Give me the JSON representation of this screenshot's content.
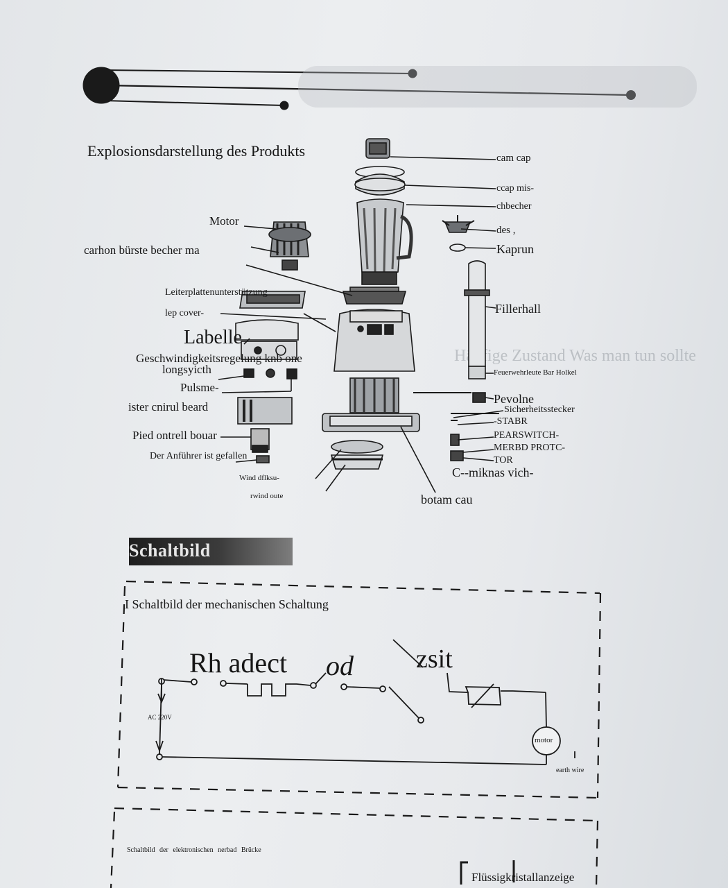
{
  "header": {
    "title": "Explosionsdarstellung des Produkts"
  },
  "parts_left": {
    "motor": "Motor",
    "carbon": "carhon bürste becher ma",
    "leiter": "Leiterplattenunterstützung",
    "lep_cover": "lep cover-",
    "label": "Labelle",
    "speed": "Geschwindigkeitsregelung knb one",
    "longswitch": "longsyicth",
    "pulse": "Pulsme-",
    "ister": "ister cnirul beard",
    "pied": "Pied ontrell bouar",
    "anfuehrer": "Der Anführer ist gefallen",
    "wind1": "Wind dflksu-",
    "wind2": "rwind oute"
  },
  "parts_right": {
    "cam_cap": "cam cap",
    "cap_mis": "ccap mis-",
    "becher": "chbecher",
    "des": "des ,",
    "kaprun": "Kaprun",
    "filler": "Fillerhall",
    "feuer": "Feuerwehrleute Bar Holkel",
    "pevolne": "Pevolne",
    "sicher": "Sicherheitsstecker",
    "stabr": "-STABR",
    "pear": "PEARSWITCH-",
    "merbd": "MERBD PROTC-",
    "tor": "TOR",
    "miknas": "C--miknas vich-",
    "botam": "botam cau"
  },
  "section": {
    "heading": "Schaltbild"
  },
  "circuit": {
    "title": "I Schaltbild der mechanischen Schaltung",
    "big_label_1": "Rh adect",
    "big_label_2": "od",
    "big_label_3": "zsit",
    "voltage": "AC 220V",
    "motor": "motor",
    "earth": "earth wire"
  },
  "circuit2": {
    "title": "Schaltbild der elektronischen nerbad Brücke",
    "lcd": "Flüssigkristallanzeige"
  },
  "background_text": {
    "right_heading": "Häufige Zustand Was man tun sollte"
  },
  "colors": {
    "ink": "#161616",
    "paper": "#e8eaed",
    "bar": "#2a2a2a"
  }
}
